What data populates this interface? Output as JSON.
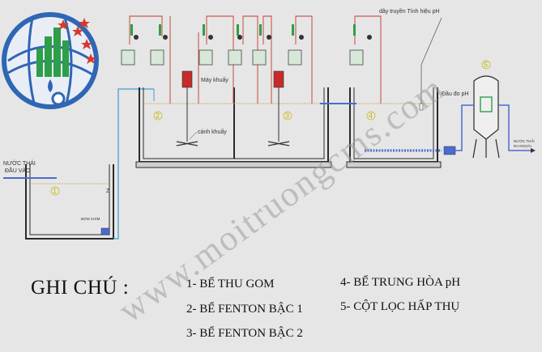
{
  "diagram": {
    "labels": {
      "inlet": "NƯỚC THẢI\nĐẦU VÀO",
      "ph_signal_wire": "dây truyền Tính hiệu pH",
      "mixer_motor": "Máy khuấy",
      "impeller": "cánh khuấy",
      "ph_probe": "Đầu đo pH",
      "outlet": "NƯỚC THẢI\nRA NGOÀI",
      "pump": "BƠM CHÌM"
    },
    "tank_numbers": [
      "1",
      "2",
      "3",
      "4",
      "5"
    ]
  },
  "legend": {
    "title": "GHI CHÚ :",
    "items": [
      "1- BỂ THU GOM",
      "2- BỂ FENTON BẬC 1",
      "3- BỂ FENTON BẬC 2",
      "4- BỂ TRUNG HÒA pH",
      "5- CỘT LỌC HẤP THỤ"
    ]
  },
  "watermark": {
    "text": "www.moitruongcms.com"
  },
  "colors": {
    "background": "#e6e6e6",
    "tank_wall": "#2a2a2a",
    "dose_line": "#c0392b",
    "water_line": "#5aa9d6",
    "feed_line": "#4a6bd1",
    "numbers": "#c8b400",
    "logo_ring": "#2f66b5",
    "logo_green": "#2e9e4a",
    "logo_star": "#d63a2a"
  }
}
